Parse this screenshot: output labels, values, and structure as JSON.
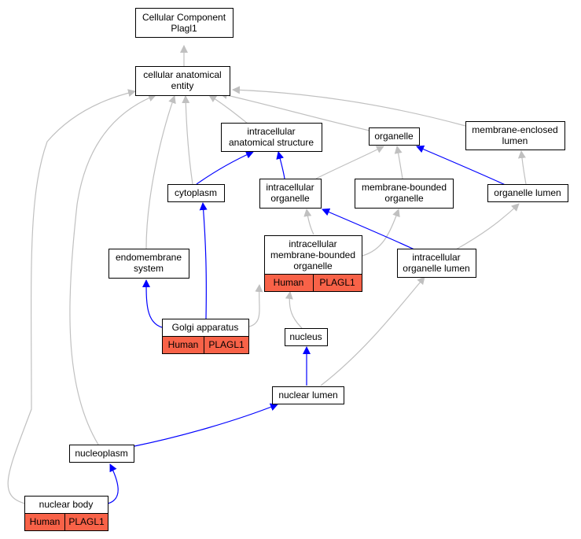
{
  "colors": {
    "is_a_edge": "#c0c0c0",
    "part_of_edge": "#0000ff",
    "annotation_fill": "#f86248",
    "node_border": "#000000"
  },
  "nodes": {
    "root": {
      "line1": "Cellular Component",
      "line2": "Plagl1"
    },
    "cae": {
      "line1": "cellular anatomical",
      "line2": "entity"
    },
    "ias": {
      "line1": "intracellular",
      "line2": "anatomical structure"
    },
    "organelle": {
      "line1": "organelle"
    },
    "mel": {
      "line1": "membrane-enclosed",
      "line2": "lumen"
    },
    "cytoplasm": {
      "line1": "cytoplasm"
    },
    "io": {
      "line1": "intracellular",
      "line2": "organelle"
    },
    "mbo": {
      "line1": "membrane-bounded",
      "line2": "organelle"
    },
    "ol": {
      "line1": "organelle lumen"
    },
    "endo": {
      "line1": "endomembrane",
      "line2": "system"
    },
    "imbo": {
      "line1": "intracellular",
      "line2": "membrane-bounded",
      "line3": "organelle",
      "species": "Human",
      "gene": "PLAGL1"
    },
    "iol": {
      "line1": "intracellular",
      "line2": "organelle lumen"
    },
    "golgi": {
      "line1": "Golgi apparatus",
      "species": "Human",
      "gene": "PLAGL1"
    },
    "nucleus": {
      "line1": "nucleus"
    },
    "nlumen": {
      "line1": "nuclear lumen"
    },
    "nucleoplasm": {
      "line1": "nucleoplasm"
    },
    "nbody": {
      "line1": "nuclear body",
      "species": "Human",
      "gene": "PLAGL1"
    }
  }
}
